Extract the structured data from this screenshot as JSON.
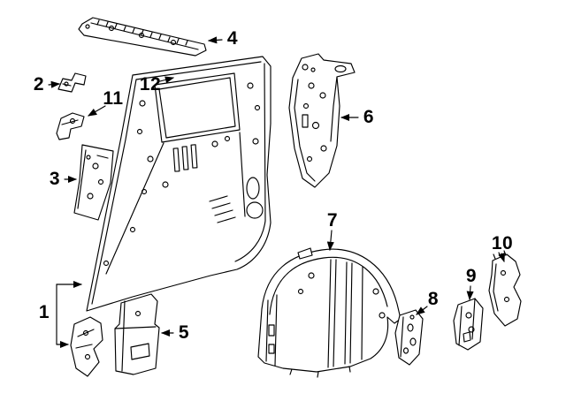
{
  "diagram": {
    "type": "exploded-parts-diagram",
    "background_color": "#ffffff",
    "line_color": "#000000",
    "callouts": [
      {
        "label": "1"
      },
      {
        "label": "2"
      },
      {
        "label": "3"
      },
      {
        "label": "4"
      },
      {
        "label": "5"
      },
      {
        "label": "6"
      },
      {
        "label": "7"
      },
      {
        "label": "8"
      },
      {
        "label": "9"
      },
      {
        "label": "10"
      },
      {
        "label": "11"
      },
      {
        "label": "12"
      }
    ]
  }
}
